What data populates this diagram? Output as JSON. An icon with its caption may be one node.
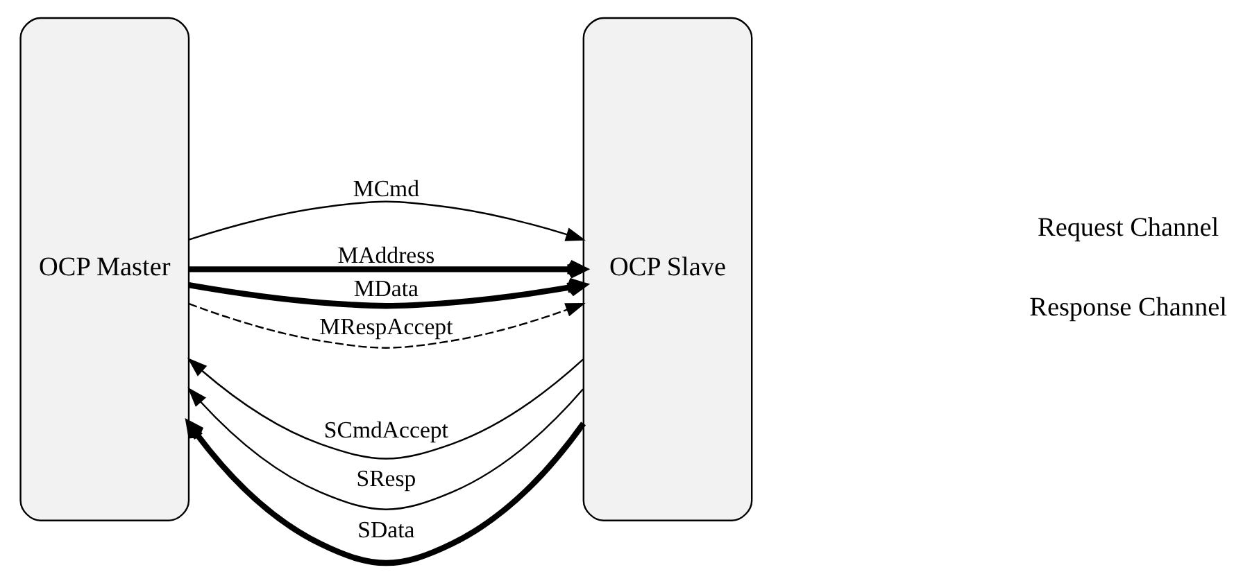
{
  "diagram": {
    "nodes": [
      {
        "text": [
          "OCP Master"
        ]
      },
      {
        "text": [
          "OCP Slave"
        ]
      }
    ],
    "edges": [
      {
        "from": 0,
        "to": 1,
        "arrow": "to",
        "label": "MCmd"
      },
      {
        "from": 1,
        "to": 0,
        "arrow": "to",
        "label": "SCmdAccept"
      },
      {
        "from": 0,
        "to": 1,
        "arrow": "to",
        "label": "MAddress",
        "style": "thick"
      },
      {
        "from": 0,
        "to": 1,
        "arrow": "to",
        "label": "MData",
        "style": "thick"
      },
      {
        "from": 1,
        "to": 0,
        "arrow": "to",
        "label": "SResp"
      },
      {
        "from": 1,
        "to": 0,
        "arrow": "to",
        "label": "SData",
        "style": "thick"
      },
      {
        "from": 0,
        "to": 1,
        "arrow": "to",
        "label": "MRespAccept",
        "style": "dashed"
      }
    ],
    "labels": [
      "Request Channel",
      "Response Channel"
    ]
  }
}
